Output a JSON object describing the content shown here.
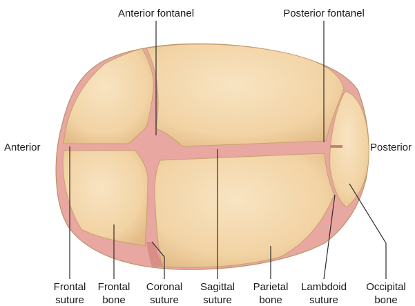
{
  "labels": {
    "top": {
      "anterior_fontanel": "Anterior fontanel",
      "posterior_fontanel": "Posterior fontanel"
    },
    "sides": {
      "anterior": "Anterior",
      "posterior": "Posterior"
    },
    "bottom": {
      "frontal_suture": [
        "Frontal",
        "suture"
      ],
      "frontal_bone": [
        "Frontal",
        "bone"
      ],
      "coronal_suture": [
        "Coronal",
        "suture"
      ],
      "sagittal_suture": [
        "Sagittal",
        "suture"
      ],
      "parietal_bone": [
        "Parietal",
        "bone"
      ],
      "lambdoid_suture": [
        "Lambdoid",
        "suture"
      ],
      "occipital_bone": [
        "Occipital",
        "bone"
      ]
    }
  },
  "colors": {
    "bone": "#f4d9ae",
    "bone_shade": "#e6c08a",
    "bone_outline": "#b8946a",
    "suture": "#e8a7a0",
    "suture_dark": "#c98178"
  }
}
